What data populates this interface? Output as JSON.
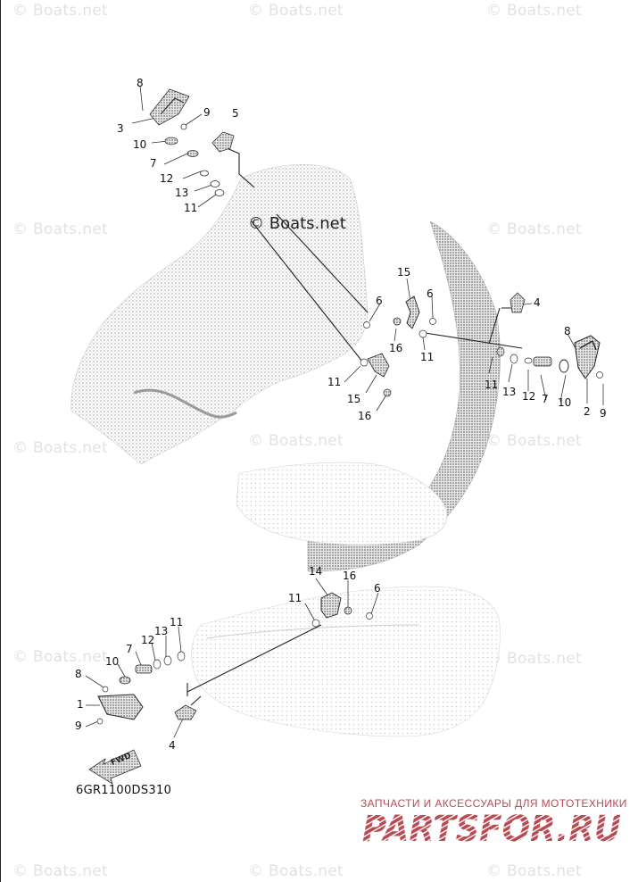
{
  "diagram": {
    "code": "6GR1100DS310",
    "watermark_small": "© Boats.net",
    "watermark_main": "© Boats.net",
    "brand_subtitle": "ЗАПЧАСТИ И АКСЕССУАРЫ ДЛЯ МОТОТЕХНИКИ",
    "brand_logo_text": "PARTSFOR.RU",
    "brand_color": "#ba4a51",
    "arrow_label": "FWD",
    "callouts": [
      "8",
      "3",
      "9",
      "10",
      "5",
      "7",
      "12",
      "13",
      "11",
      "15",
      "6",
      "4",
      "16",
      "11",
      "8",
      "11",
      "13",
      "12",
      "7",
      "10",
      "2",
      "9",
      "6",
      "11",
      "15",
      "16",
      "14",
      "16",
      "6",
      "11",
      "11",
      "13",
      "12",
      "7",
      "10",
      "8",
      "1",
      "9",
      "4"
    ]
  }
}
